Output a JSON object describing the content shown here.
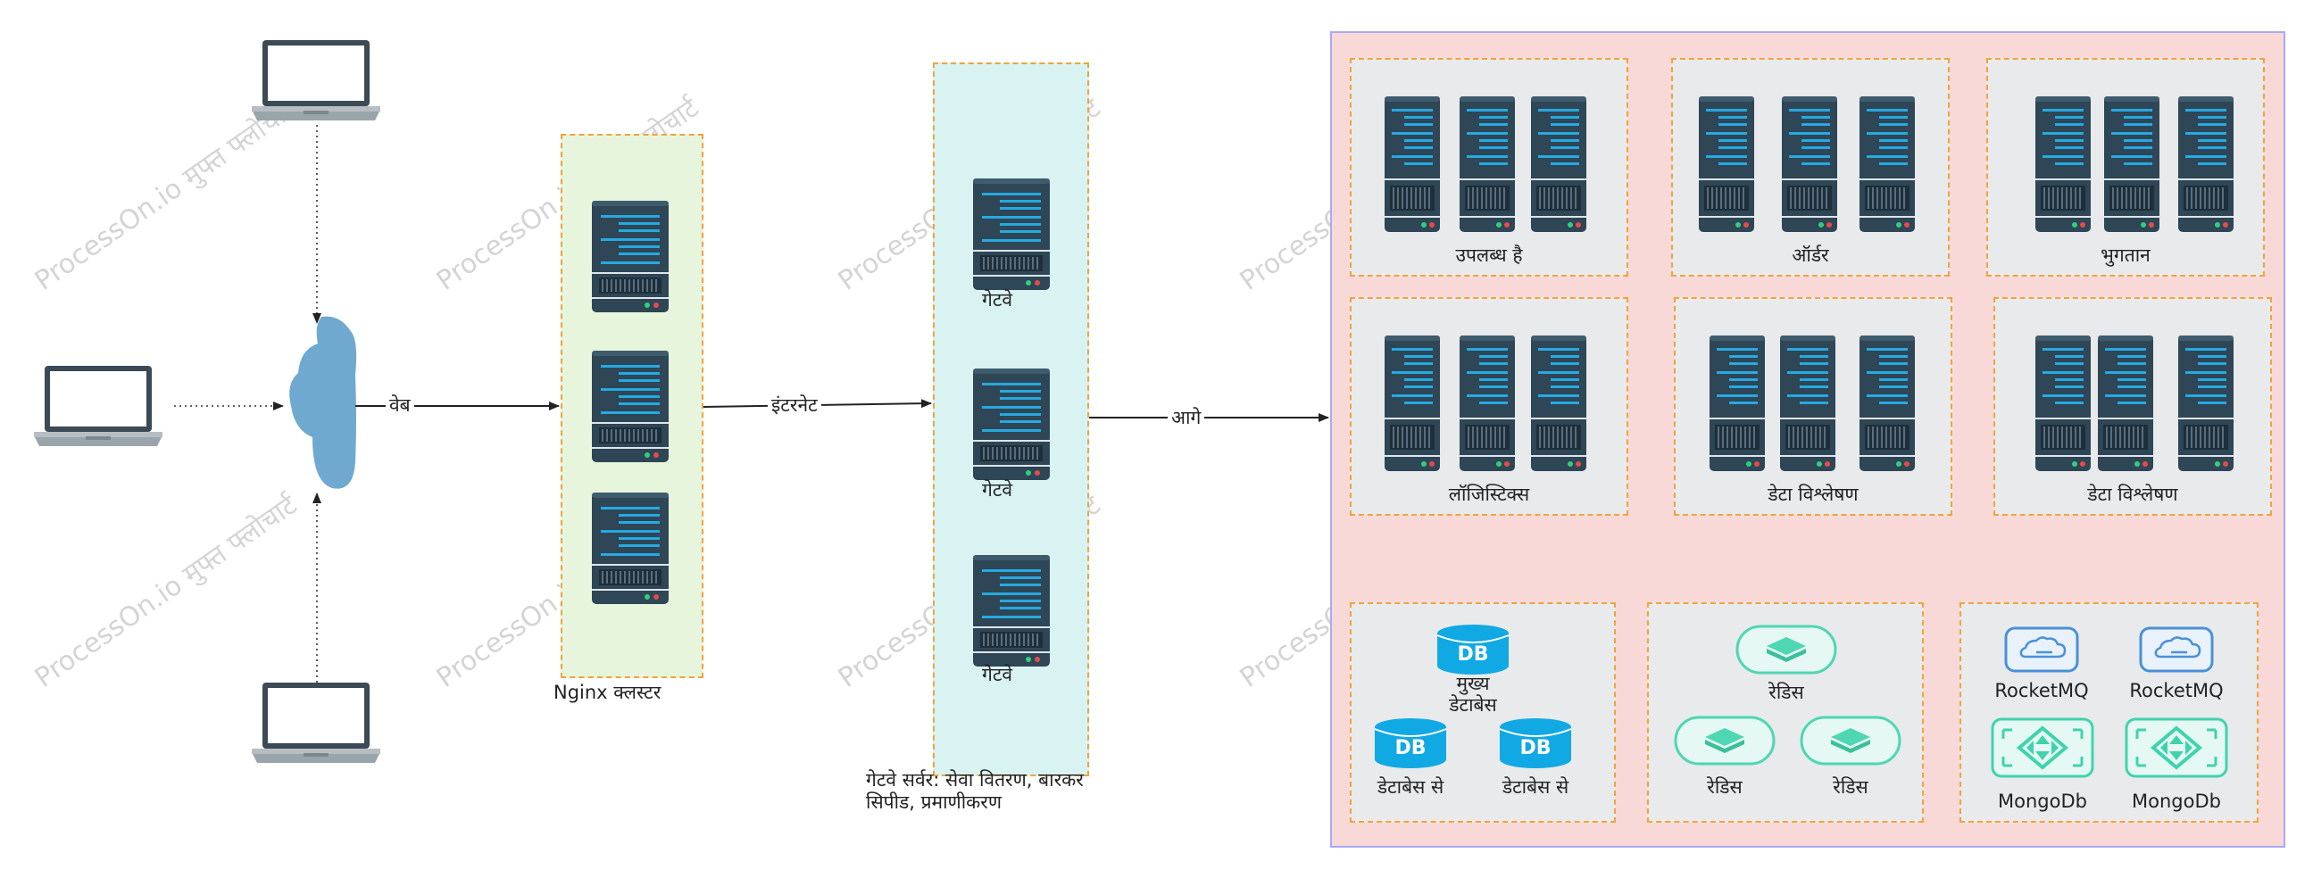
{
  "watermark": "ProcessOn.io मुफ्त फ्लोचार्ट",
  "colors": {
    "server_body": "#2e4656",
    "server_accent": "#27a9e1",
    "nginx_fill": "#e7f5dc",
    "gateway_fill": "#d9f3f3",
    "cluster_fill": "#f9d9d7",
    "group_fill": "#e8eaec",
    "dashed_border": "#f2a33a",
    "cloud": "#6fa9d0",
    "db": "#11a9e3",
    "redis": "#4fd6b2",
    "mq": "#4a90d9",
    "mongo": "#3fd3ad"
  },
  "edges": {
    "web": "वेब",
    "internet": "इंटरनेट",
    "forward": "आगे"
  },
  "nginx": {
    "label": "Nginx क्लस्टर"
  },
  "gateway": {
    "node_label": "गेटवे",
    "caption_line1": "गेटवे सर्वर: सेवा वितरण, बारकर",
    "caption_line2": "सिपीड, प्रमाणीकरण"
  },
  "services": [
    {
      "label": "उपलब्ध है"
    },
    {
      "label": "ऑर्डर"
    },
    {
      "label": "भुगतान"
    },
    {
      "label": "लॉजिस्टिक्स"
    },
    {
      "label": "डेटा विश्लेषण"
    },
    {
      "label": "डेटा विश्लेषण"
    }
  ],
  "storage": {
    "db_main_line1": "मुख्य",
    "db_main_line2": "डेटाबेस",
    "db_slave_1": "डेटाबेस से",
    "db_slave_2": "डेटाबेस से",
    "db_text": "DB",
    "redis_main": "रेडिस",
    "redis_1": "रेडिस",
    "redis_2": "रेडिस",
    "mq_1": "RocketMQ",
    "mq_2": "RocketMQ",
    "mongo_1": "MongoDb",
    "mongo_2": "MongoDb"
  }
}
